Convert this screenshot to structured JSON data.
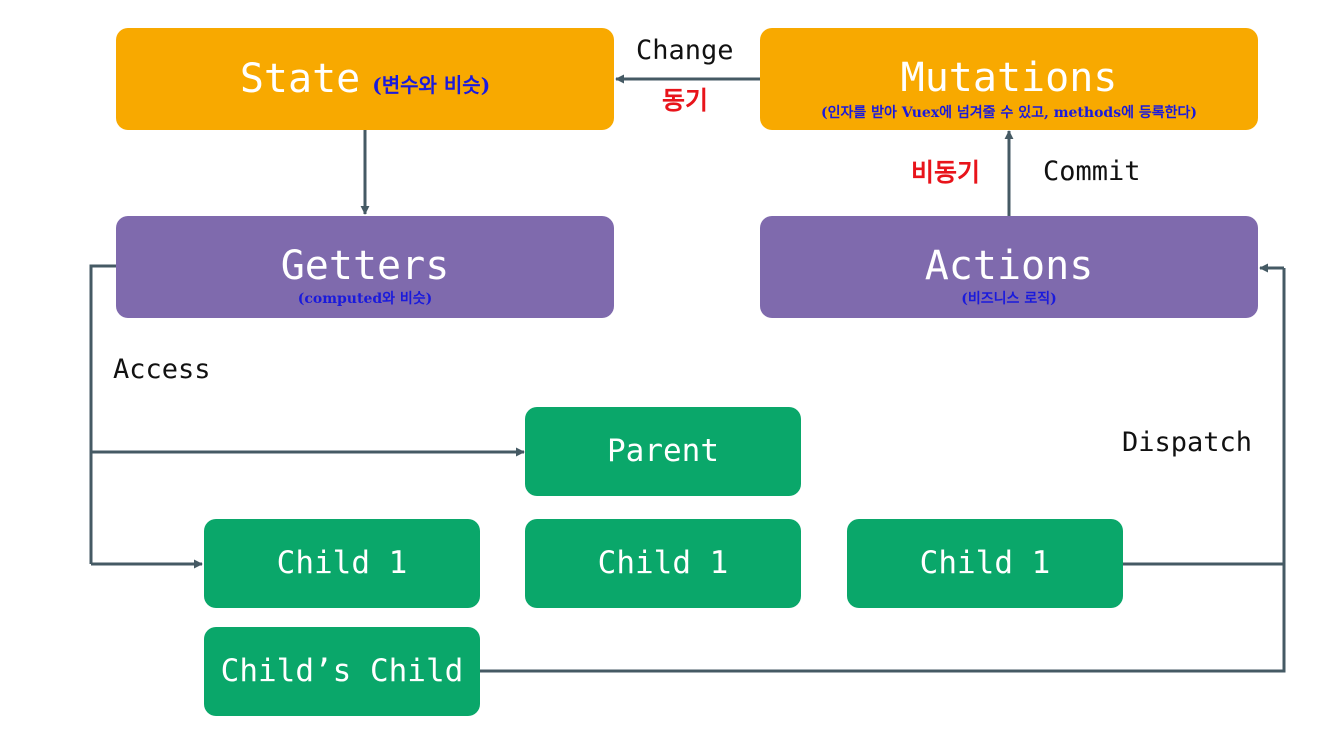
{
  "state": {
    "title": "State",
    "note": "(변수와 비슷)"
  },
  "mutations": {
    "title": "Mutations",
    "note": "(인자를 받아 Vuex에 넘겨줄 수 있고, methods에 등록한다)"
  },
  "getters": {
    "title": "Getters",
    "note": "(computed와 비슷)"
  },
  "actions": {
    "title": "Actions",
    "note": "(비즈니스 로직)"
  },
  "components": {
    "parent": "Parent",
    "child_1": "Child 1",
    "child_2": "Child 1",
    "child_3": "Child 1",
    "grandchild": "Child’s Child"
  },
  "edges": {
    "change": "Change",
    "sync": "동기",
    "commit": "Commit",
    "async": "비동기",
    "access": "Access",
    "dispatch": "Dispatch"
  },
  "colors": {
    "state_mutations": "#f8a900",
    "getters_actions": "#7f6aad",
    "components": "#0aa76a",
    "arrows": "#455a64",
    "sub_text": "#1a1adc",
    "red_text": "#e8141b"
  }
}
